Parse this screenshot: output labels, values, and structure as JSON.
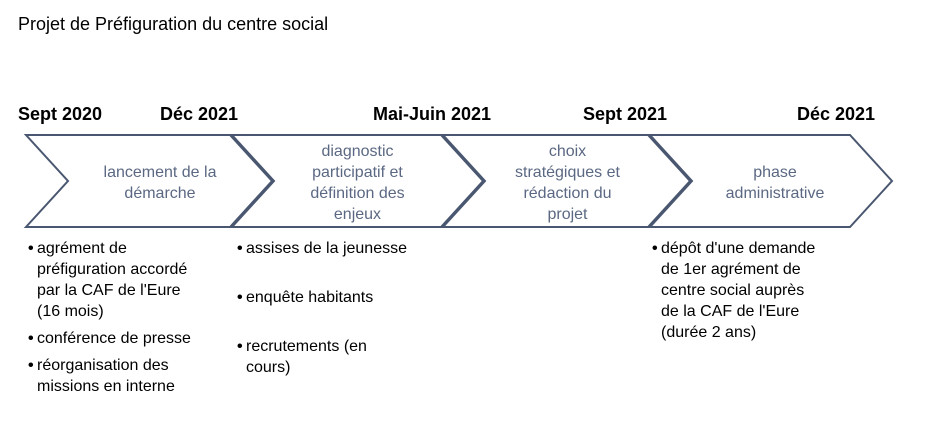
{
  "title": "Projet de Préfiguration du centre social",
  "dates": [
    "Sept 2020",
    "Déc 2021",
    "Mai-Juin 2021",
    "Sept 2021",
    "Déc 2021"
  ],
  "phases": [
    {
      "label": "lancement de la\ndémarche"
    },
    {
      "label": "diagnostic\nparticipatif et\ndéfinition des\nenjeux"
    },
    {
      "label": "choix\nstratégiques et\nrédaction du\nprojet"
    },
    {
      "label": "phase\nadministrative"
    }
  ],
  "bullets": {
    "col1": [
      "agrément de\npréfiguration accordé\npar la CAF de l'Eure\n(16 mois)",
      "conférence de presse",
      "réorganisation des\nmissions en interne"
    ],
    "col2": [
      "assises de la jeunesse",
      "enquête habitants",
      "recrutements (en\ncours)"
    ],
    "col4": [
      "dépôt d'une demande\nde 1er agrément de\ncentre social auprès\nde la CAF de l'Eure\n(durée 2 ans)"
    ]
  },
  "colors": {
    "chevron_stroke": "#4a5770",
    "chevron_text": "#5b6883",
    "background": "#ffffff"
  }
}
